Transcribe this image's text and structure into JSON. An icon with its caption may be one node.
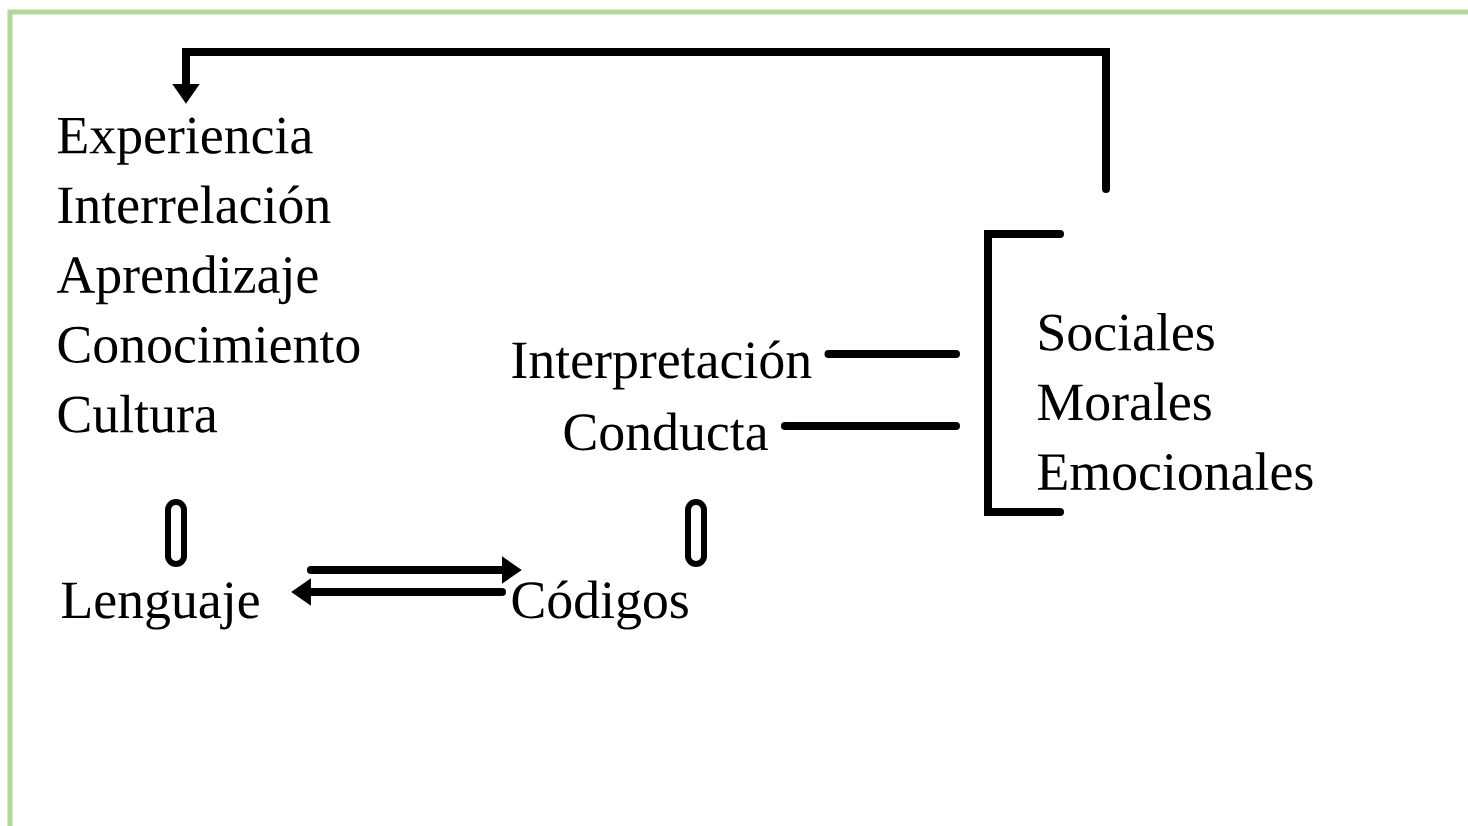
{
  "diagram": {
    "nodes": [
      {
        "text": [
          "Experiencia",
          "Interrelación",
          "Aprendizaje",
          "Conocimiento",
          "Cultura"
        ]
      },
      {
        "text": [
          "Lenguaje"
        ]
      },
      {
        "text": [
          "Interpretación"
        ]
      },
      {
        "text": [
          "Conducta"
        ]
      },
      {
        "text": [
          "Códigos"
        ]
      },
      {
        "text": [
          "Sociales",
          "Morales",
          "Emocionales"
        ]
      }
    ],
    "edges": [
      {
        "from": 1,
        "to": 4,
        "arrow": "to"
      },
      {
        "from": 4,
        "to": 1,
        "arrow": "to"
      },
      {
        "from": 2,
        "to": 5,
        "arrow": "none"
      },
      {
        "from": 3,
        "to": 5,
        "arrow": "none"
      },
      {
        "from": 5,
        "to": 0,
        "arrow": "to"
      }
    ]
  }
}
